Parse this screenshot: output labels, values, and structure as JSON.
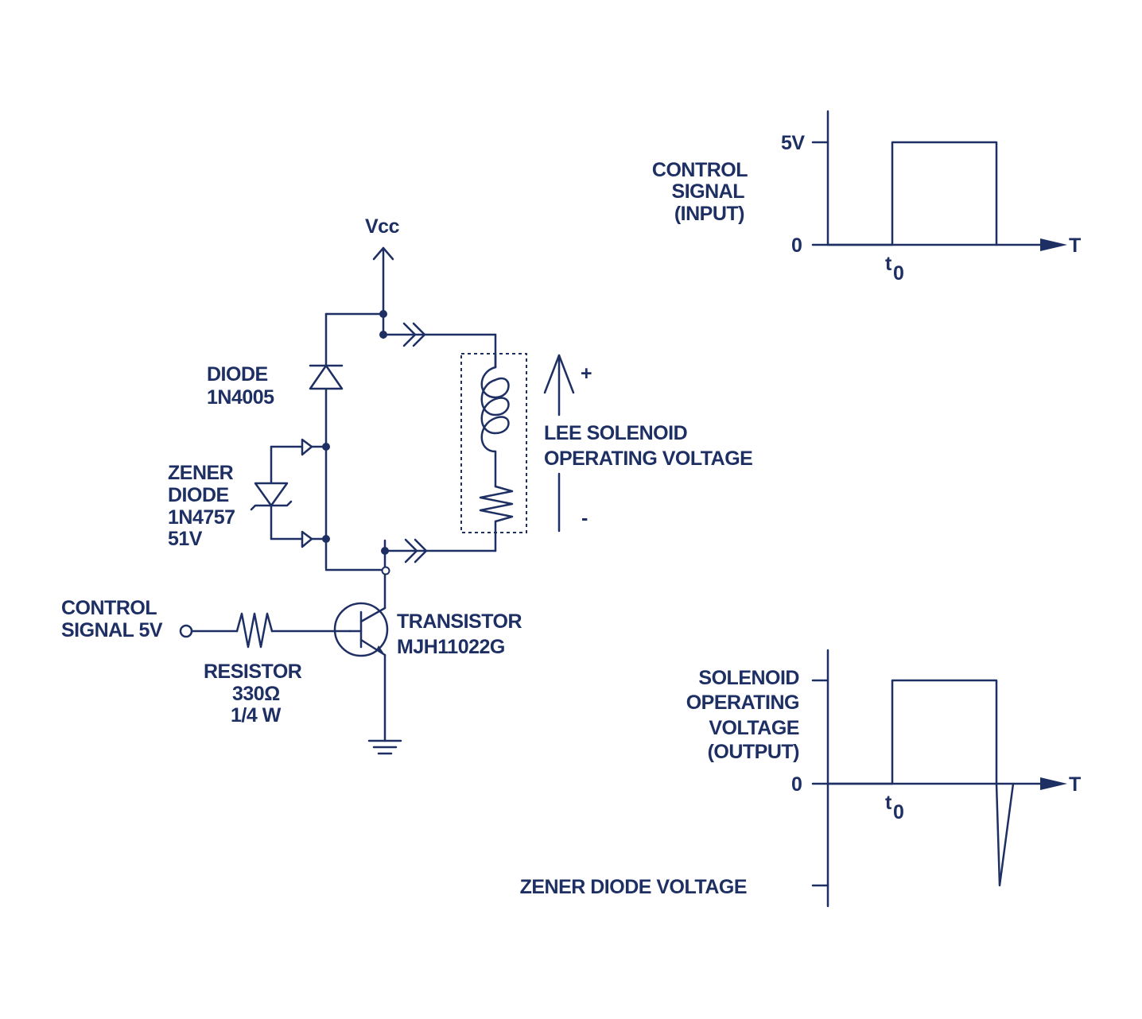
{
  "colors": {
    "ink": "#1e2f63",
    "background": "#ffffff"
  },
  "circuit": {
    "vcc": "Vcc",
    "diode": {
      "line1": "DIODE",
      "line2": "1N4005"
    },
    "zener": {
      "line1": "ZENER",
      "line2": "DIODE",
      "line3": "1N4757",
      "line4": "51V"
    },
    "control": {
      "line1": "CONTROL",
      "line2": "SIGNAL 5V"
    },
    "resistor": {
      "line1": "RESISTOR",
      "line2": "330Ω",
      "line3": "1/4 W"
    },
    "transistor": {
      "line1": "TRANSISTOR",
      "line2": "MJH11022G"
    },
    "solenoid": {
      "line1": "LEE SOLENOID",
      "line2": "OPERATING VOLTAGE",
      "plus": "+",
      "minus": "-"
    }
  },
  "input_plot": {
    "label": {
      "line1": "CONTROL",
      "line2": "SIGNAL",
      "line3": "(INPUT)"
    },
    "y_high": "5V",
    "y_zero": "0",
    "t0": "t",
    "t0_sub": "0",
    "axis": "T"
  },
  "output_plot": {
    "label": {
      "line1": "SOLENOID",
      "line2": "OPERATING",
      "line3": "VOLTAGE",
      "line4": "(OUTPUT)"
    },
    "y_zero": "0",
    "t0": "t",
    "t0_sub": "0",
    "axis": "T",
    "zener_label": "ZENER DIODE VOLTAGE"
  }
}
